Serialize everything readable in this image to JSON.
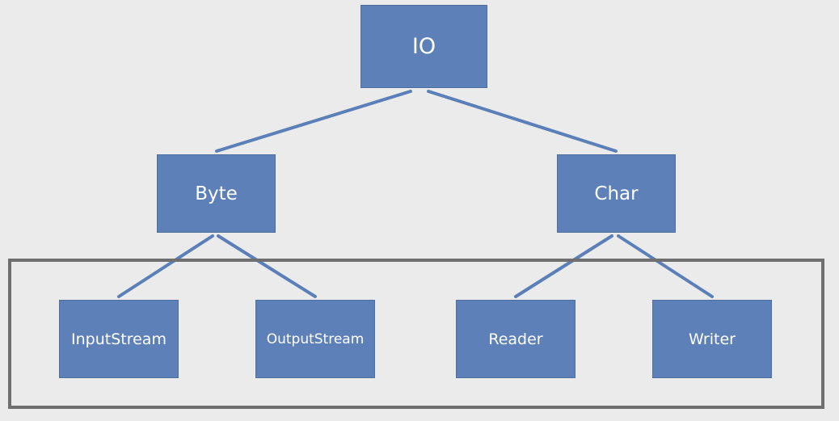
{
  "diagram": {
    "root": {
      "label": "IO"
    },
    "branches": [
      {
        "label": "Byte",
        "children": [
          {
            "label": "InputStream"
          },
          {
            "label": "OutputStream"
          }
        ]
      },
      {
        "label": "Char",
        "children": [
          {
            "label": "Reader"
          },
          {
            "label": "Writer"
          }
        ]
      }
    ]
  },
  "colors": {
    "background": "#ebebeb",
    "node_fill": "#5d80b8",
    "node_border": "#4f6f9e",
    "connector": "#5b7fb8",
    "highlight_frame": "#6f6f6f",
    "text": "#ffffff"
  }
}
